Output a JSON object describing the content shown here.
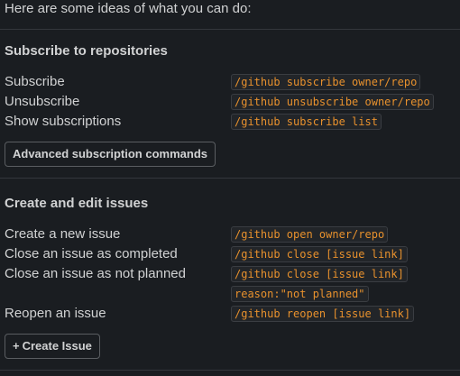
{
  "intro": "Here are some ideas of what you can do:",
  "subscribe_section": {
    "title": "Subscribe to repositories",
    "rows": [
      {
        "label": "Subscribe",
        "command": "/github subscribe owner/repo"
      },
      {
        "label": "Unsubscribe",
        "command": "/github unsubscribe owner/repo"
      },
      {
        "label": "Show subscriptions",
        "command": "/github subscribe list"
      }
    ],
    "button_label": "Advanced subscription commands"
  },
  "issues_section": {
    "title": "Create and edit issues",
    "rows": [
      {
        "label": "Create a new issue",
        "command": "/github open owner/repo"
      },
      {
        "label": "Close an issue as completed",
        "command": "/github close [issue link]"
      },
      {
        "label": "Close an issue as not planned",
        "command": "/github close [issue link]",
        "command_cont": "reason:\"not planned\""
      },
      {
        "label": "Reopen an issue",
        "command": "/github reopen [issue link]"
      }
    ],
    "button_plus": "+",
    "button_label": "Create Issue"
  },
  "colors": {
    "background": "#1a1d21",
    "text": "#d1d2d3",
    "code_text": "#e8912d",
    "code_bg": "#222529",
    "divider": "#34373c"
  }
}
